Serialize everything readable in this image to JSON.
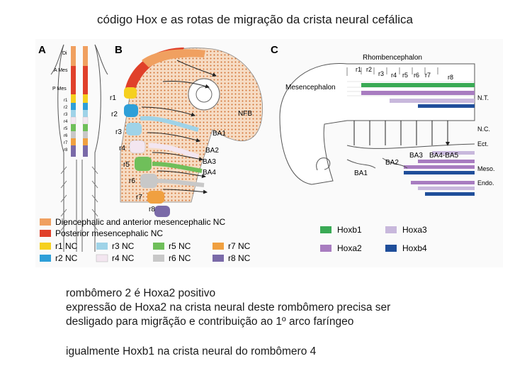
{
  "title": "código Hox e as rotas de migração da crista neural cefálica",
  "figure": {
    "panel_labels": [
      "A",
      "B",
      "C"
    ],
    "panel_a_labels": [
      "Di",
      "A Mes",
      "P Mes",
      "r1",
      "r2",
      "r3",
      "r4",
      "r5",
      "r6",
      "r7",
      "r8"
    ],
    "panel_b_labels": {
      "r1": "r1",
      "r2": "r2",
      "r3": "r3",
      "r4": "r4",
      "r5": "r5",
      "r6": "r6",
      "r7": "r7",
      "r8": "r8",
      "nfb": "NFB",
      "ba1": "BA1",
      "ba2": "BA2",
      "ba3": "BA3",
      "ba4": "BA4"
    },
    "panel_c_labels": {
      "rhombencephalon": "Rhombencephalon",
      "mesencephalon": "Mesencephalon",
      "rhombomeres": [
        "r1",
        "r2",
        "r3",
        "r4",
        "r5",
        "r6",
        "r7",
        "r8"
      ],
      "nt": "N.T.",
      "nc": "N.C.",
      "ect": "Ect.",
      "meso": "Meso.",
      "endo": "Endo.",
      "ba1": "BA1",
      "ba2": "BA2",
      "ba3": "BA3",
      "ba45": "BA4-BA5"
    },
    "legend_nc": [
      {
        "label": "Diencephalic and anterior mesencephalic NC",
        "color": "#f0a060"
      },
      {
        "label": "Posterior mesencephalic NC",
        "color": "#e0402a"
      },
      {
        "label": "r1 NC",
        "color": "#f5d020"
      },
      {
        "label": "r3 NC",
        "color": "#9fd3e8"
      },
      {
        "label": "r5 NC",
        "color": "#6fbf5a"
      },
      {
        "label": "r7 NC",
        "color": "#f0a040"
      },
      {
        "label": "r2 NC",
        "color": "#2e9fd8"
      },
      {
        "label": "r4 NC",
        "color": "#f3e6f0"
      },
      {
        "label": "r6 NC",
        "color": "#c8c8c8"
      },
      {
        "label": "r8 NC",
        "color": "#7a6aa8"
      }
    ],
    "legend_hox": [
      {
        "label": "Hoxb1",
        "color": "#3aaa55"
      },
      {
        "label": "Hoxa3",
        "color": "#c8b8dc"
      },
      {
        "label": "Hoxa2",
        "color": "#a87cc0"
      },
      {
        "label": "Hoxb4",
        "color": "#1f4e9a"
      }
    ]
  },
  "text_lines": [
    "rombômero 2 é Hoxa2 positivo",
    "expressão de Hoxa2 na crista neural deste rombômero precisa ser",
    "desligado para migrãção e contribuição ao 1º arco faríngeo",
    "igualmente Hoxb1 na crista neural do rombômero 4"
  ]
}
